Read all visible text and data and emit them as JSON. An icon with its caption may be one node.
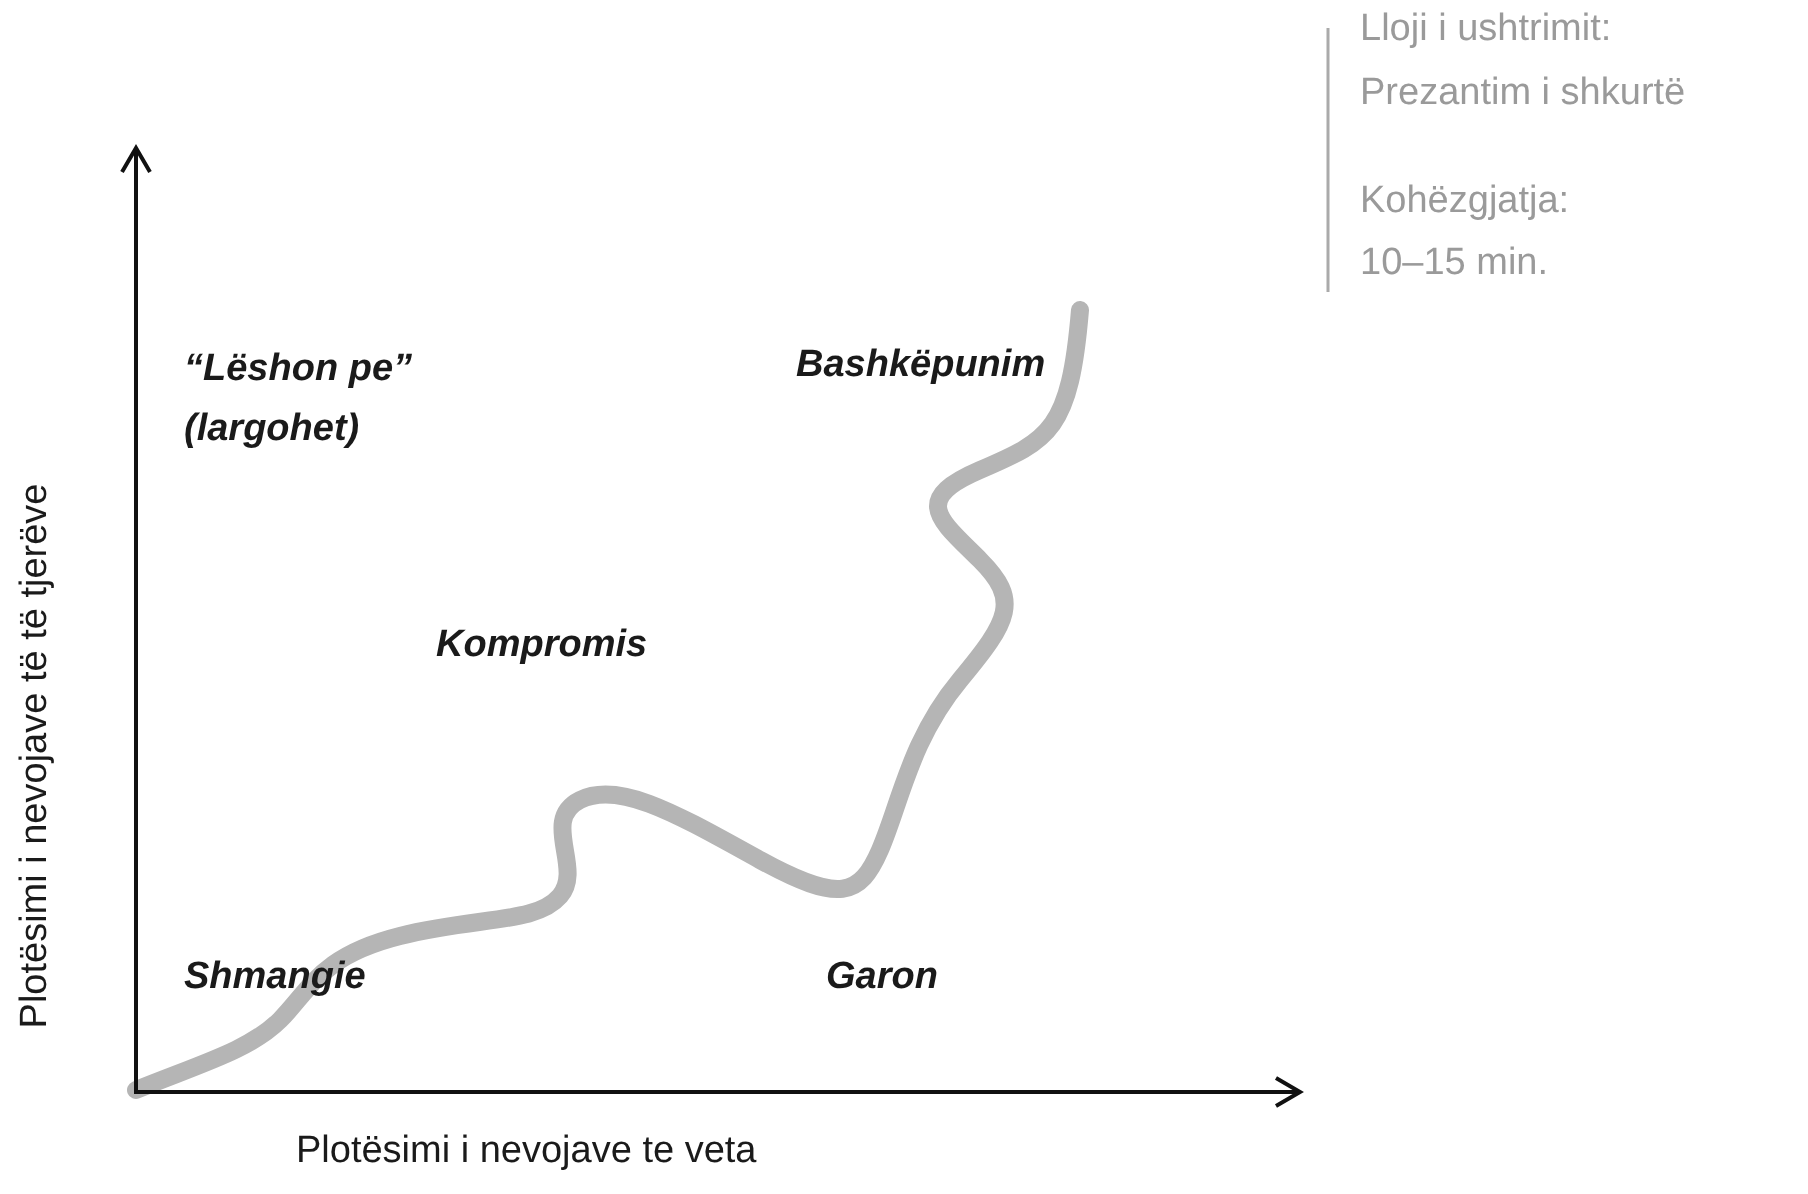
{
  "diagram": {
    "labels": [
      "Lloji i ushtrimit:",
      "Prezantim i shkurtë",
      "Kohëzgjatja:",
      "10–15 min.",
      "“Lëshon pe” (largohet)",
      "Bashkëpunim",
      "Kompromis",
      "Shmangie",
      "Garon",
      "Plotësimi i nevojave të të tjerëve",
      "Plotësimi i nevojave te veta"
    ]
  }
}
